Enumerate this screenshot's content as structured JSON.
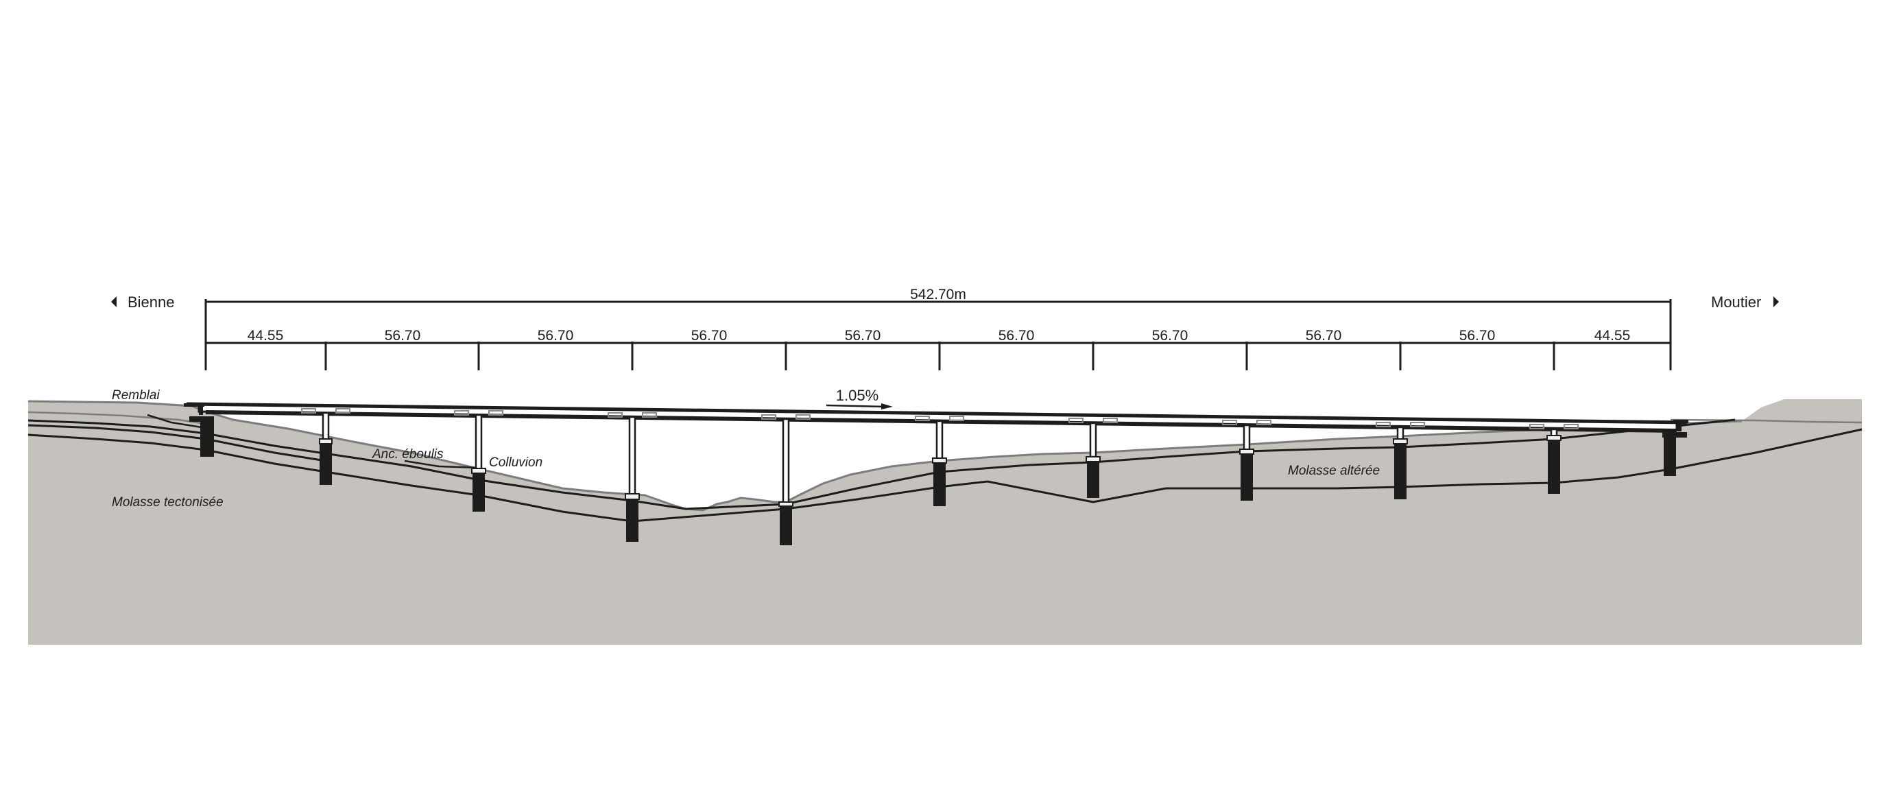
{
  "drawing": {
    "type": "bridge-longitudinal-section",
    "direction_left": {
      "label": "Bienne",
      "icon": "triangle-left-icon"
    },
    "direction_right": {
      "label": "Moutier",
      "icon": "triangle-right-icon"
    },
    "total_length": {
      "label": "542.70m",
      "value": 542.7,
      "unit": "m"
    },
    "spans": [
      {
        "label": "44.55",
        "value": 44.55
      },
      {
        "label": "56.70",
        "value": 56.7
      },
      {
        "label": "56.70",
        "value": 56.7
      },
      {
        "label": "56.70",
        "value": 56.7
      },
      {
        "label": "56.70",
        "value": 56.7
      },
      {
        "label": "56.70",
        "value": 56.7
      },
      {
        "label": "56.70",
        "value": 56.7
      },
      {
        "label": "56.70",
        "value": 56.7
      },
      {
        "label": "56.70",
        "value": 56.7
      },
      {
        "label": "44.55",
        "value": 44.55
      }
    ],
    "gradient": {
      "label": "1.05%",
      "value": 1.05,
      "direction": "right"
    },
    "geology_labels": [
      {
        "key": "remblai",
        "label": "Remblai"
      },
      {
        "key": "anc_eboulis",
        "label": "Anc. éboulis"
      },
      {
        "key": "colluvion",
        "label": "Colluvion"
      },
      {
        "key": "molasse_tectonisee",
        "label": "Molasse tectonisée"
      },
      {
        "key": "molasse_alteree",
        "label": "Molasse altérée"
      }
    ],
    "pier_count": 9,
    "abutment_count": 2,
    "colors": {
      "ground_fill": "#c5c2be",
      "ground_surface": "#7d7d7d",
      "line": "#1d1d1b",
      "background": "#ffffff"
    }
  }
}
